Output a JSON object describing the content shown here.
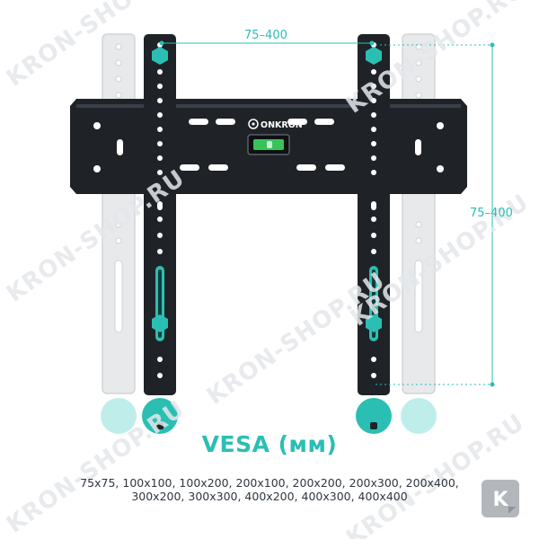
{
  "dimensions": {
    "horizontal_label": "75–400",
    "vertical_label": "75–400"
  },
  "product": {
    "brand_logo_text": "ONKRON",
    "logo": "onkron-logo-icon",
    "level": "bubble-level-icon"
  },
  "title": "VESA (мм)",
  "vesa_sizes_line1": "75x75, 100x100, 100x200, 200x100, 200x200, 200x300, 200x400,",
  "vesa_sizes_line2": "300x200, 300x300, 400x200, 400x300, 400x400",
  "watermarks": [
    "KRON-SHOP.RU",
    "KRON-SHOP.RU",
    "KRON-SHOP.RU",
    "KRON-SHOP.RU",
    "KRON-SHOP.RU",
    "KRON-SHOP.RU",
    "KRON-SHOP.RU"
  ],
  "badge": {
    "letter": "K"
  },
  "colors": {
    "accent": "#2bbfb4",
    "bracket": "#1f2327",
    "ghost": "#d6d9dc",
    "text": "#2f3640"
  }
}
